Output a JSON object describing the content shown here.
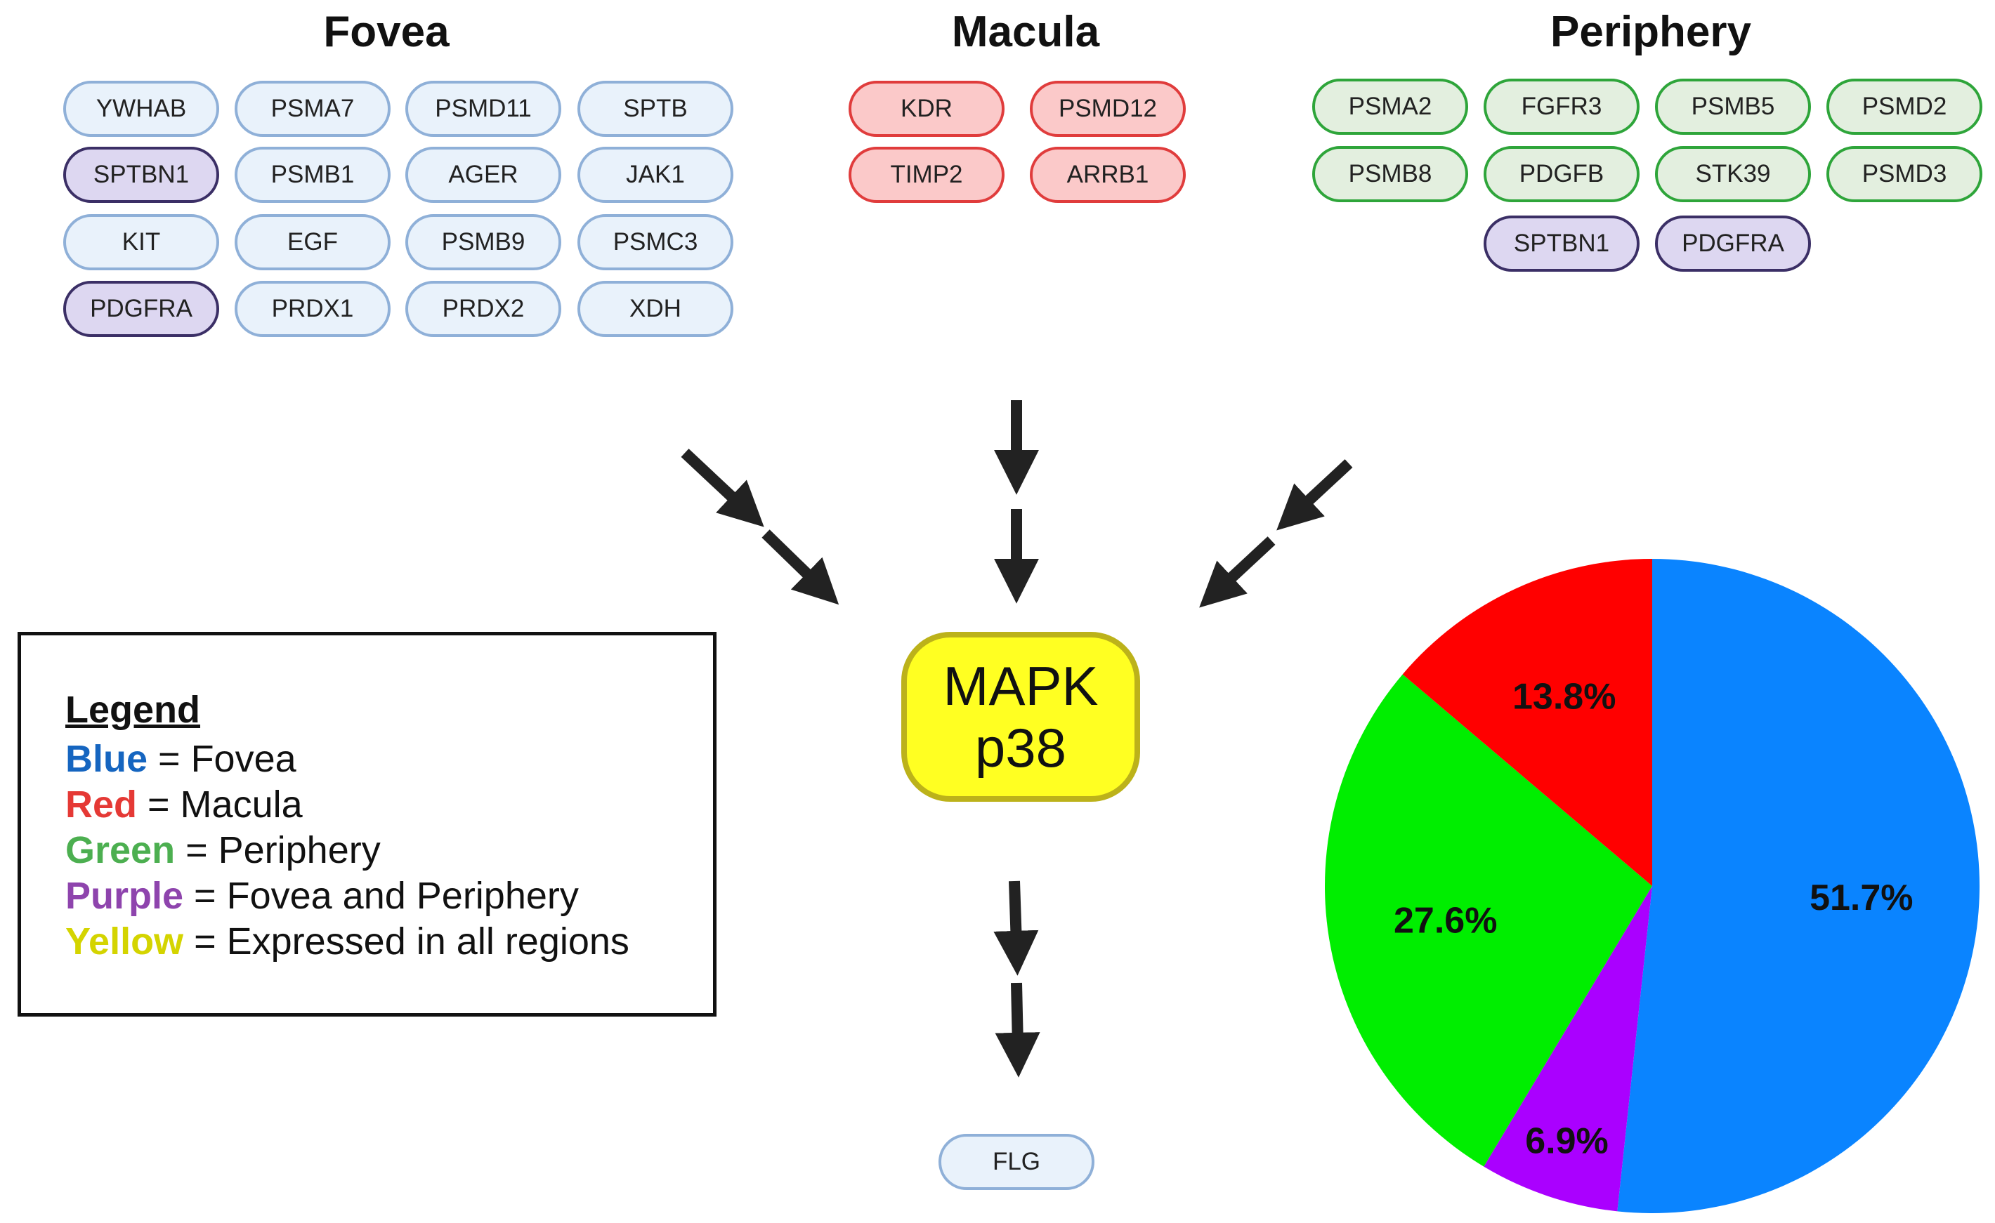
{
  "titles": {
    "fovea": "Fovea",
    "macula": "Macula",
    "periphery": "Periphery"
  },
  "fovea_genes": [
    "YWHAB",
    "PSMA7",
    "PSMD11",
    "SPTB",
    "SPTBN1",
    "PSMB1",
    "AGER",
    "JAK1",
    "KIT",
    "EGF",
    "PSMB9",
    "PSMC3",
    "PDGFRA",
    "PRDX1",
    "PRDX2",
    "XDH"
  ],
  "macula_genes": [
    "KDR",
    "PSMD12",
    "TIMP2",
    "ARRB1"
  ],
  "periphery_genes": [
    "PSMA2",
    "FGFR3",
    "PSMB5",
    "PSMD2",
    "PSMB8",
    "PDGFB",
    "STK39",
    "PSMD3",
    "SPTBN1",
    "PDGFRA"
  ],
  "center_node": {
    "line1": "MAPK",
    "line2": "p38"
  },
  "downstream_gene": "FLG",
  "legend": {
    "title": "Legend",
    "rows": [
      {
        "color_word": "Blue",
        "text": " = Fovea",
        "color": "#1565c0"
      },
      {
        "color_word": "Red",
        "text": " = Macula",
        "color": "#e53935"
      },
      {
        "color_word": "Green",
        "text": " = Periphery",
        "color": "#4caf50"
      },
      {
        "color_word": "Purple",
        "text": " = Fovea and Periphery",
        "color": "#8e44ad"
      },
      {
        "color_word": "Yellow",
        "text": " = Expressed in all regions",
        "color": "#d4d400"
      }
    ]
  },
  "colors": {
    "fovea": "#0a84ff",
    "macula": "#ff0000",
    "periphery": "#00ee00",
    "both": "#aa00ff",
    "all": "#ffff22"
  },
  "chart_data": {
    "type": "pie",
    "slices": [
      {
        "label": "51.7%",
        "value": 51.7,
        "color": "#0a84ff"
      },
      {
        "label": "6.9%",
        "value": 6.9,
        "color": "#aa00ff"
      },
      {
        "label": "27.6%",
        "value": 27.6,
        "color": "#00ee00"
      },
      {
        "label": "13.8%",
        "value": 13.8,
        "color": "#ff0000"
      }
    ]
  }
}
